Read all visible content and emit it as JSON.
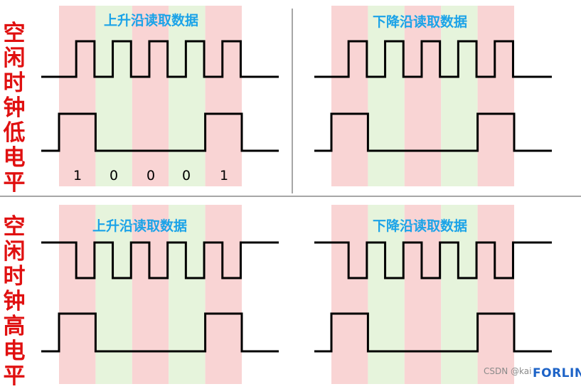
{
  "row_titles": [
    "空\n闲\n时\n钟\n低\n电\n平",
    "空\n闲\n时\n钟\n高\n电\n平"
  ],
  "panel_titles": [
    "上升沿读取数据",
    "下降沿读取数据",
    "上升沿读取数据",
    "下降沿读取数据"
  ],
  "bits": [
    "1",
    "0",
    "0",
    "0",
    "1"
  ],
  "colors": {
    "red_band": "#f9d4d4",
    "green_band": "#e6f4dc",
    "row_title": "#e01010",
    "panel_title": "#1ba3e8",
    "signal": "#000000",
    "divider": "#888888",
    "logo": "#1d63c7"
  },
  "watermark": "CSDN @kai",
  "logo": "FORLINX"
}
